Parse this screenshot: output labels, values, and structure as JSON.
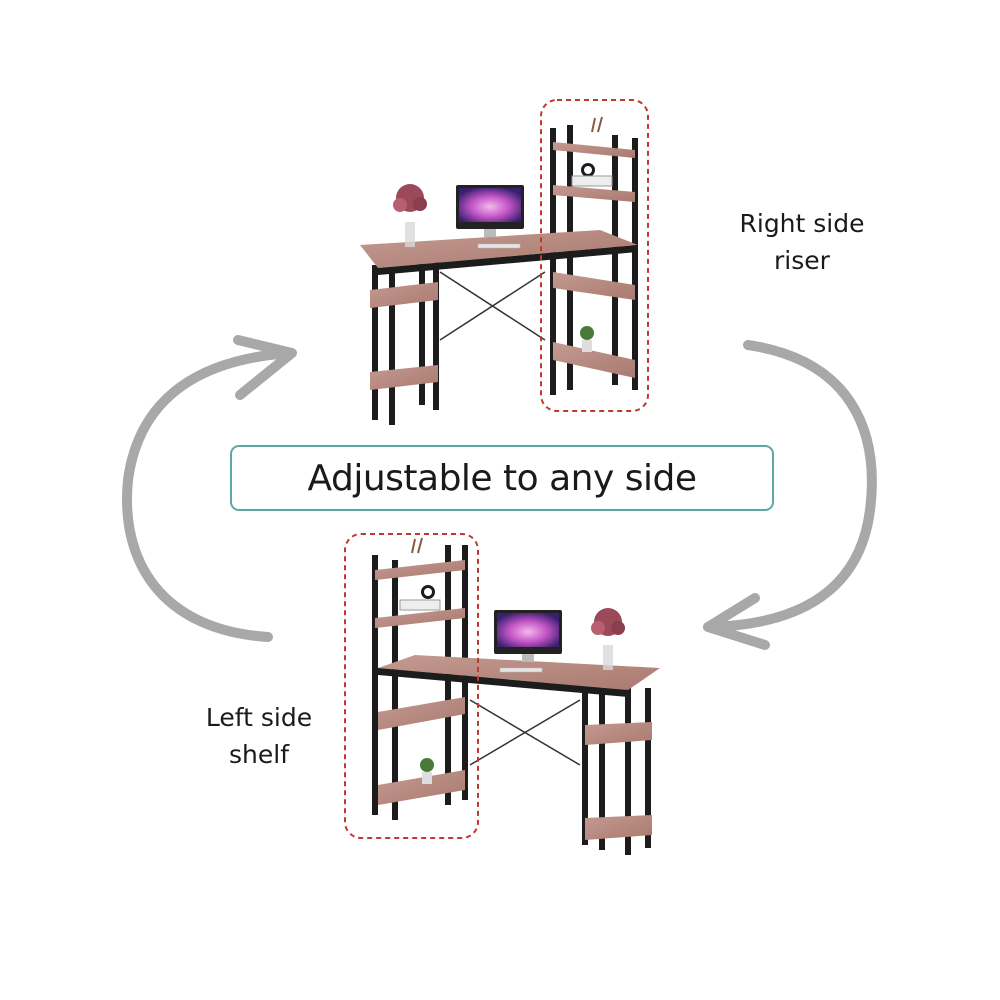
{
  "banner_text": "Adjustable to any side",
  "captions": {
    "right": [
      "Right side",
      "riser"
    ],
    "left": [
      "Left side",
      "shelf"
    ]
  },
  "colors": {
    "highlight_dash": "#c0392b",
    "arrow": "#a8a8a8",
    "banner_border": "#5fa7a7",
    "wood": "#b98b80",
    "frame": "#1c1c1c"
  },
  "icons": [
    "cycle-arrow-left",
    "cycle-arrow-right",
    "desk-illustration",
    "flower-vase",
    "monitor",
    "clock",
    "books",
    "plant"
  ]
}
